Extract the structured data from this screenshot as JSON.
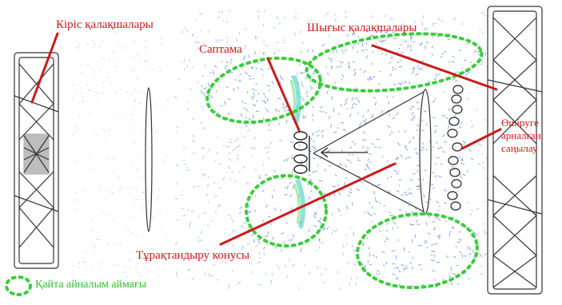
{
  "labels": {
    "inlet_blades": "Кіріс қалақшалары",
    "nozzle": "Саптама",
    "outlet_blades": "Шығыс қалақшалары",
    "stabilizing_cone": "Тұрақтандыру конусы",
    "cooling_holes_line1": "Өшіруге",
    "cooling_holes_line2": "арналған",
    "cooling_holes_line3": "саңылау",
    "recirculation_legend": "Қайта айналым аймағы"
  },
  "colors": {
    "leader": "#cc1a1a",
    "recirculation": "#3ccc3c",
    "velocity_vectors": "#3a6fd8",
    "high_velocity": "#35c8b8",
    "outline": "#333333"
  }
}
